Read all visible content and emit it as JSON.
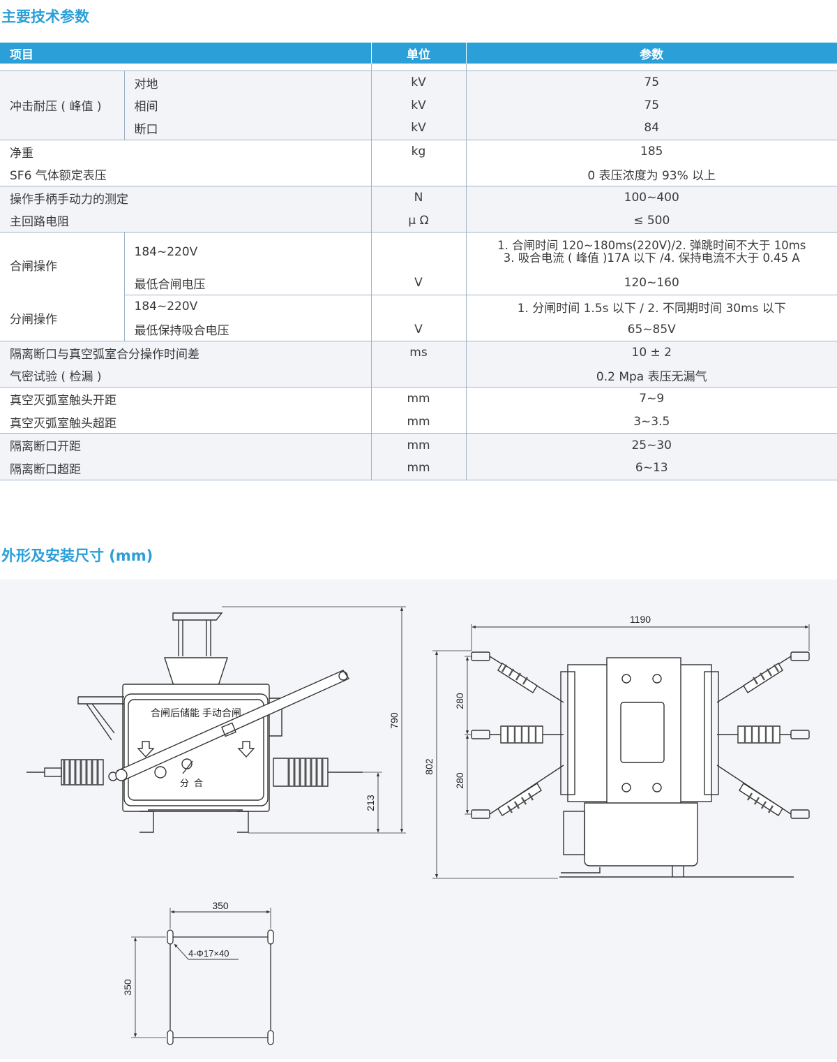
{
  "sections": {
    "params_title": "主要技术参数",
    "dims_title": "外形及安装尺寸 (mm)"
  },
  "table": {
    "headers": [
      "项目",
      "单位",
      "参数"
    ],
    "impulse": {
      "label": "冲击耐压 ( 峰值 )",
      "rows": [
        {
          "sub": "对地",
          "unit": "kV",
          "value": "75"
        },
        {
          "sub": "相间",
          "unit": "kV",
          "value": "75"
        },
        {
          "sub": "断口",
          "unit": "kV",
          "value": "84"
        }
      ]
    },
    "weight": {
      "label": "净重",
      "unit": "kg",
      "value": "185"
    },
    "sf6": {
      "label": "SF6 气体额定表压",
      "unit": "",
      "value": "0 表压浓度为 93% 以上"
    },
    "handle": {
      "label": "操作手柄手动力的测定",
      "unit": "N",
      "value": "100~400"
    },
    "resistance": {
      "label": "主回路电阻",
      "unit": "μ Ω",
      "value": "≤ 500"
    },
    "closing": {
      "label": "合闸操作",
      "r1": {
        "sub": "184~220V",
        "unit": "",
        "line1": "1. 合闸时间 120~180ms(220V)/2. 弹跳时间不大于 10ms",
        "line2": "3. 吸合电流 ( 峰值 )17A 以下 /4. 保持电流不大于 0.45 A"
      },
      "r2": {
        "sub": "最低合闸电压",
        "unit": "V",
        "value": "120~160"
      }
    },
    "opening": {
      "label": "分闸操作",
      "r1": {
        "sub": "184~220V",
        "unit": "",
        "value": "1. 分闸时间 1.5s 以下 / 2. 不同期时间 30ms 以下"
      },
      "r2": {
        "sub": "最低保持吸合电压",
        "unit": "V",
        "value": "65~85V"
      }
    },
    "timediff": {
      "label": "隔离断口与真空弧室合分操作时间差",
      "unit": "ms",
      "value": "10 ± 2"
    },
    "airtight": {
      "label": "气密试验 ( 检漏 )",
      "unit": "",
      "value": "0.2 Mpa 表压无漏气"
    },
    "vac_open": {
      "label": "真空灭弧室触头开距",
      "unit": "mm",
      "value": "7~9"
    },
    "vac_over": {
      "label": "真空灭弧室触头超距",
      "unit": "mm",
      "value": "3~3.5"
    },
    "iso_open": {
      "label": "隔离断口开距",
      "unit": "mm",
      "value": "25~30"
    },
    "iso_over": {
      "label": "隔离断口超距",
      "unit": "mm",
      "value": "6~13"
    }
  },
  "drawing": {
    "front": {
      "panel_text": "合闸后储能  手动合闸",
      "open_mark": "分",
      "close_mark": "合",
      "dim_height": "790",
      "dim_low": "213"
    },
    "top": {
      "dim_width": "1190",
      "dim_height": "802",
      "dim_pitch1": "280",
      "dim_pitch2": "280"
    },
    "mount": {
      "dim_w": "350",
      "dim_h": "350",
      "hole": "4-Φ17×40"
    }
  }
}
